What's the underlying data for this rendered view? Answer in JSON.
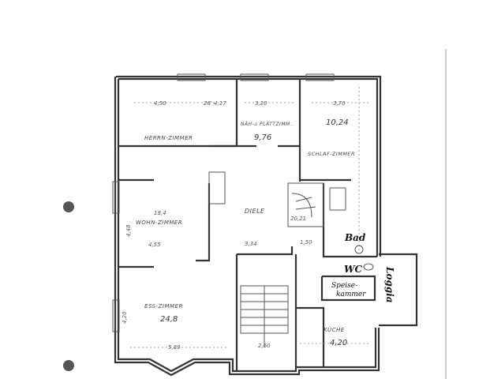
{
  "rooms": {
    "herren": {
      "label": "HERRN-ZIMMER",
      "dim_w": "4,50",
      "dim_note": "26' 4,17"
    },
    "naeh": {
      "label": "NÄH-u PLÄTTZIMM.",
      "dim_w": "3,20",
      "area": "9,76"
    },
    "schlaf": {
      "label": "SCHLAF-ZIMMER",
      "dim_w": "3,70",
      "area": "10,24"
    },
    "wohn": {
      "label": "WOHN-ZIMMER",
      "area_note": "18,4",
      "dim": "4,55"
    },
    "diele": {
      "label": "DIELE"
    },
    "ess": {
      "label": "ESS-ZIMMER",
      "area": "24,8",
      "dim_w": "5,89",
      "dim_h": "4,20"
    },
    "stair": {
      "dim_w": "2,60"
    },
    "kueche": {
      "label": "KÜCHE",
      "dim_w": "4,20"
    },
    "bad": {
      "label": "Bad"
    },
    "wc": {
      "label": "WC"
    },
    "speise": {
      "label_1": "Speise-",
      "label_2": "kammer"
    },
    "loggia": {
      "label": "Loggia"
    }
  },
  "misc_dims": [
    "3,34",
    "1,50",
    "4,48",
    "4,20",
    "20,21"
  ],
  "colors": {
    "paper": "#ffffff",
    "ink": "#333333",
    "punch_hole": "#555555"
  }
}
